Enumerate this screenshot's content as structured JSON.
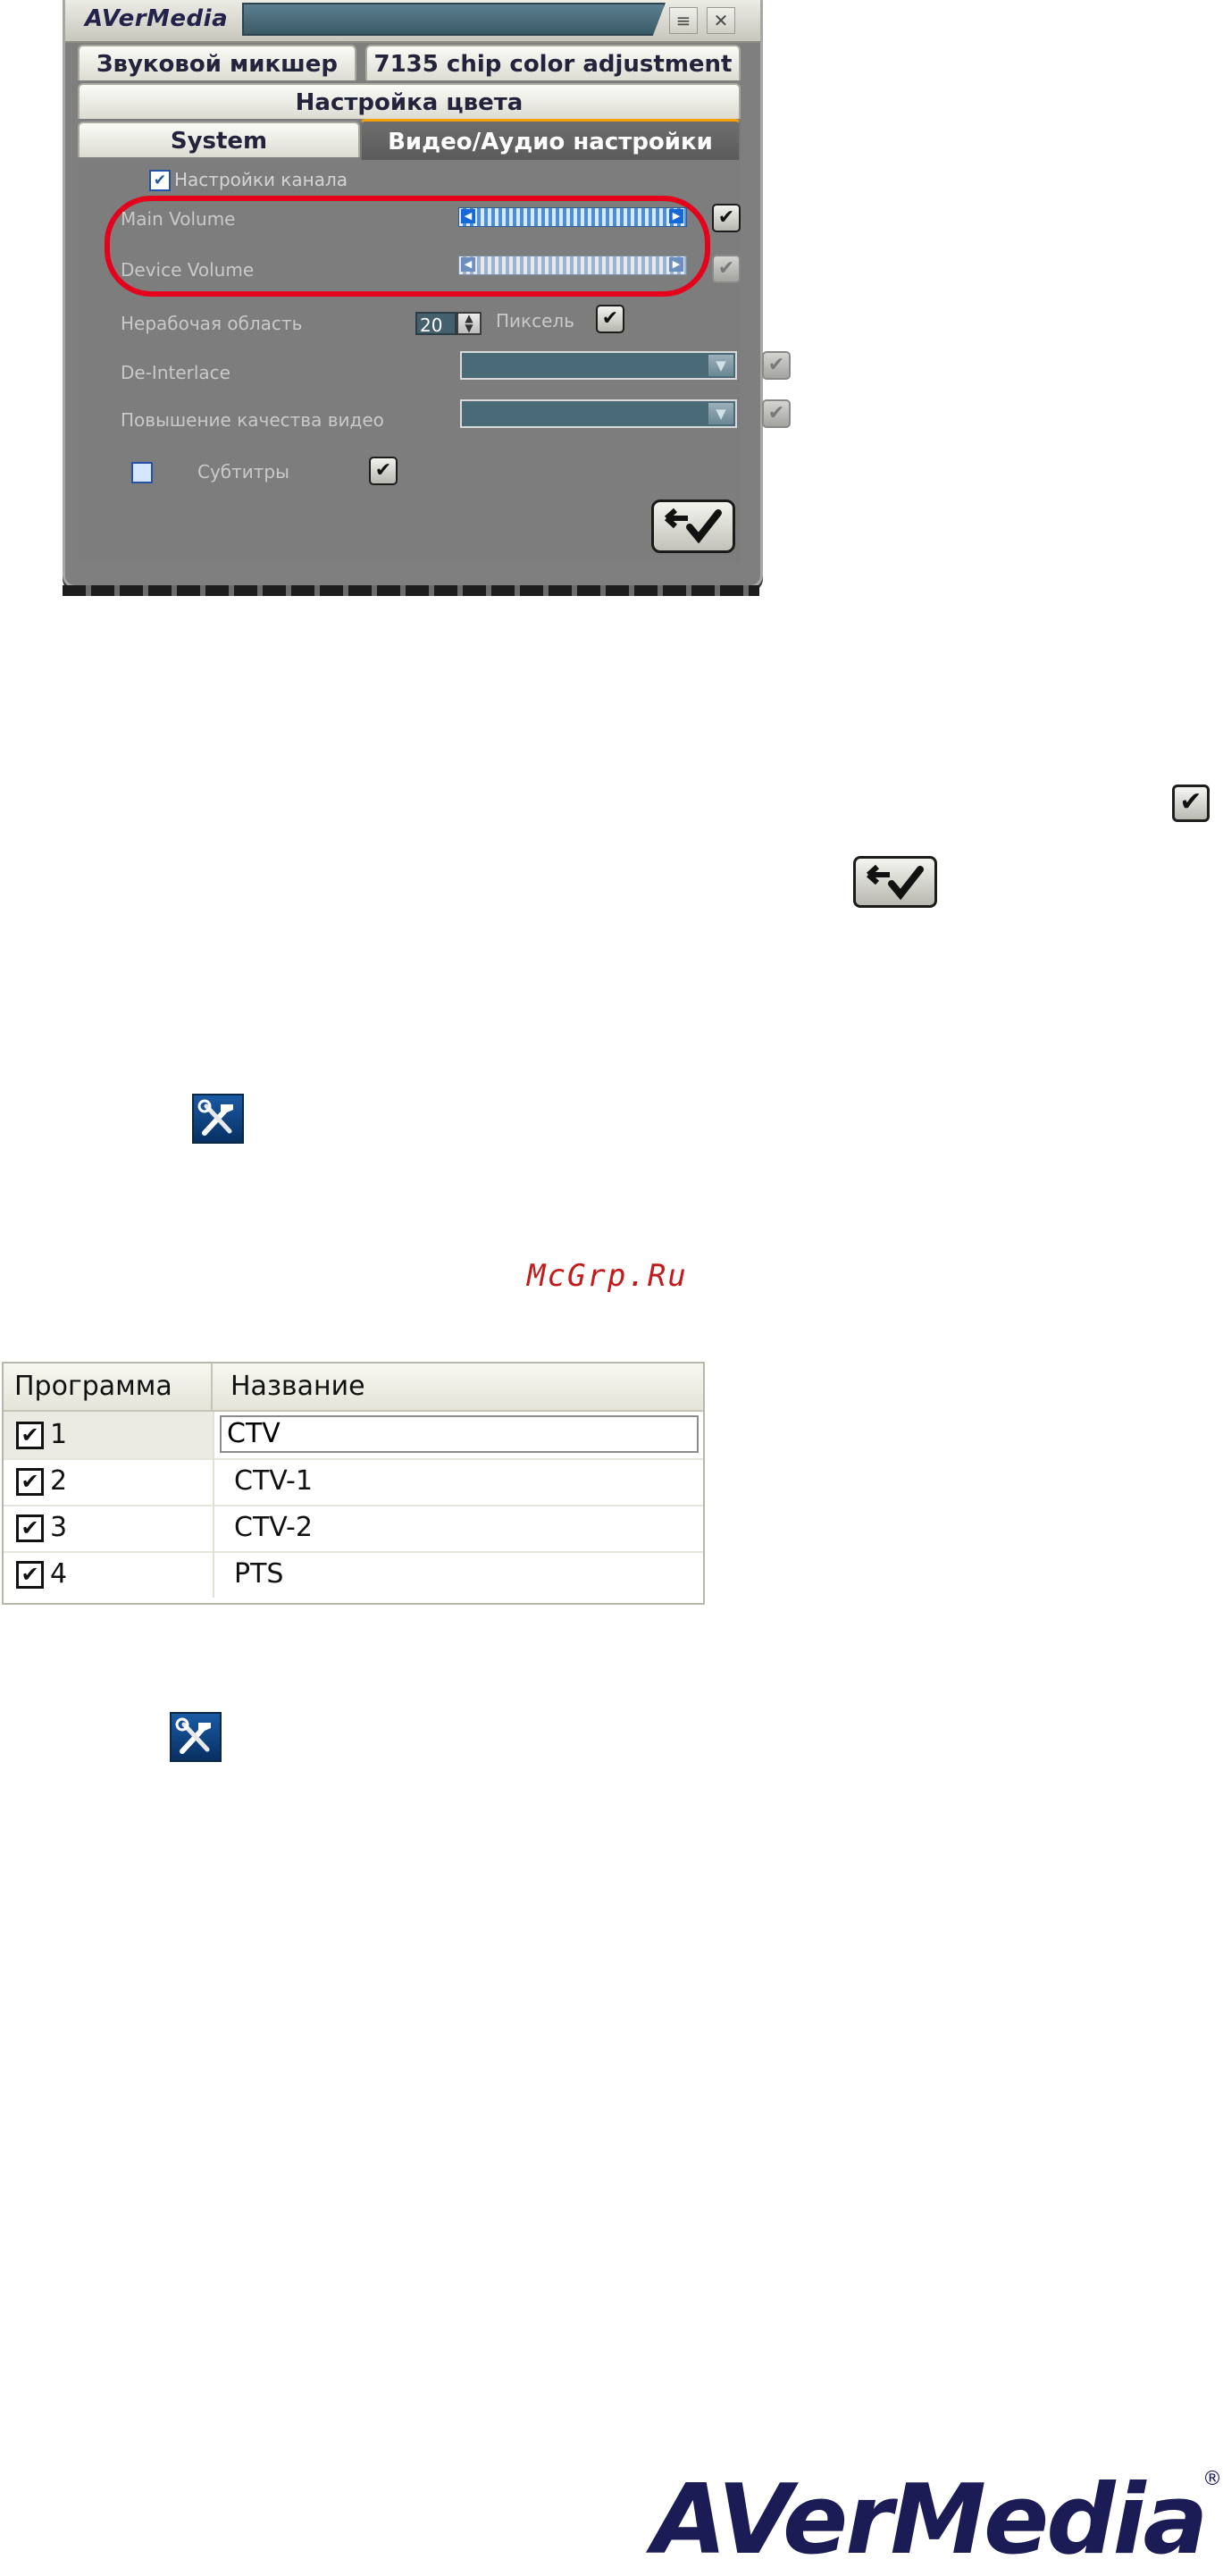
{
  "dialog": {
    "brand": "AVerMedia",
    "menu_icon": "menu-icon",
    "close_icon": "close-icon",
    "tabs": {
      "sound_mixer": "Звуковой микшер",
      "chip_color": "7135 chip color adjustment",
      "color_settings": "Настройка цвета",
      "system": "System",
      "video_audio": "Видео/Аудио настройки"
    },
    "channel_settings_label": "Настройки канала",
    "main_volume_label": "Main Volume",
    "device_volume_label": "Device Volume",
    "dead_area_label": "Нерабочая область",
    "dead_area_value": "20",
    "pixel_label": "Пиксель",
    "deinterlace_label": "De-Interlace",
    "video_enhance_label": "Повышение качества видео",
    "subtitles_label": "Субтитры",
    "checked_glyph": "✔",
    "apply_icon": "apply-return-icon"
  },
  "page": {
    "watermark": "McGrp.Ru",
    "tools_icon": "tools-icon"
  },
  "table": {
    "headers": [
      "Программа",
      "Название"
    ],
    "rows": [
      {
        "program": "1",
        "name": "CTV",
        "checked": true
      },
      {
        "program": "2",
        "name": "CTV-1",
        "checked": true
      },
      {
        "program": "3",
        "name": "CTV-2",
        "checked": true
      },
      {
        "program": "4",
        "name": "PTS",
        "checked": true
      }
    ]
  },
  "footer": {
    "logo": "AVerMedia",
    "registered": "®"
  },
  "colors": {
    "highlight_red": "#e5001c",
    "watermark_red": "#c11b1b",
    "brand_navy": "#1b1b56",
    "tab_accent": "#f4a100"
  }
}
